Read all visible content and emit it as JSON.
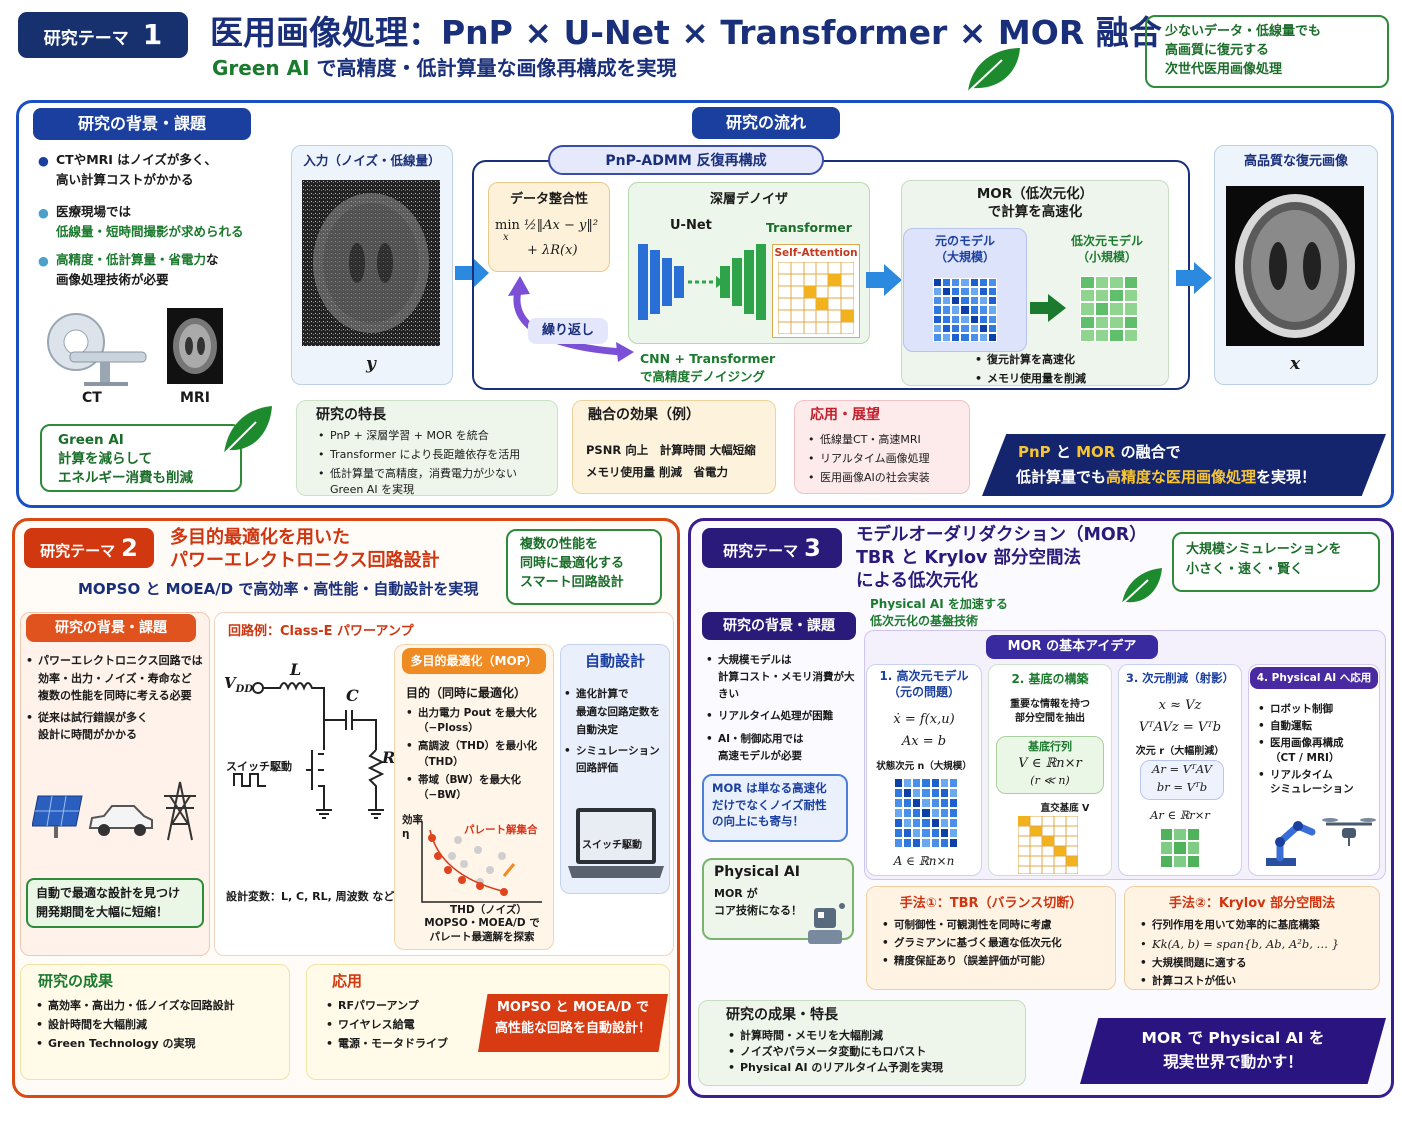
{
  "header": {
    "badge": "研究テーマ",
    "badge_num": "1",
    "title_pre": "医用画像処理：",
    "title_en": "PnP × U-Net × Transformer × MOR ",
    "title_post": "融合",
    "subtitle_green": "Green AI",
    "subtitle_rest": " で高精度・低計算量な画像再構成を実現",
    "callout": "少ないデータ・低線量でも\n高画質に復元する\n次世代医用画像処理"
  },
  "t1": {
    "bg_title": "研究の背景・課題",
    "bg_items": [
      {
        "text": "CTやMRI はノイズが多く、\n高い計算コストがかかる",
        "color": "#1a3f9e"
      },
      {
        "text": "医療現場では",
        "highlight": "低線量・短時間撮影が求められる",
        "color": "#4ea0c8"
      },
      {
        "highlight": "高精度・低計算量・省電力",
        "text": "な\n画像処理技術が必要",
        "color": "#4ea0c8"
      }
    ],
    "ct_label": "CT",
    "mri_label": "MRI",
    "green_box": "Green AI\n計算を減らして\nエネルギー消費も削減",
    "flow_title": "研究の流れ",
    "input_title": "入力（ノイズ・低線量）",
    "input_var": "y",
    "output_title": "高品質な復元画像",
    "output_var": "x",
    "pnp_title": "PnP-ADMM 反復再構成",
    "data_title": "データ整合性",
    "data_formula_a": "min",
    "data_formula_sub": "x",
    "data_formula_b": "½‖Ax − y‖²",
    "data_formula_c": "+ λR(x)",
    "loop_label": "繰り返し",
    "denoise_title": "深層デノイザ",
    "unet_label": "U-Net",
    "transformer_label": "Transformer",
    "self_attention_label": "Self-Attention",
    "cnn_label": "CNN + Transformer\nで高精度デノイジング",
    "mor_title": "MOR（低次元化）\nで計算を高速化",
    "mor_orig": "元のモデル\n（大規模）",
    "mor_low": "低次元モデル\n（小規模）",
    "mor_notes": [
      "復元計算を高速化",
      "メモリ使用量を削減"
    ],
    "feat_title": "研究の特長",
    "feat_items": [
      "PnP + 深層学習 + MOR を統合",
      "Transformer により長距離依存を活用",
      "低計算量で高精度，消費電力が少ない\nGreen AI を実現"
    ],
    "effect_title": "融合の効果（例）",
    "effect_lines": [
      "PSNR 向上　計算時間 大幅短縮",
      "メモリ使用量 削減　省電力"
    ],
    "app_title": "応用・展望",
    "app_items": [
      "低線量CT・高速MRI",
      "リアルタイム画像処理",
      "医用画像AIの社会実装"
    ],
    "banner_a1": "PnP",
    "banner_a2": " と ",
    "banner_a3": "MOR",
    "banner_a4": " の融合で",
    "banner_b1": "低計算量でも",
    "banner_b2": "高精度な医用画像処理",
    "banner_b3": "を実現！"
  },
  "t2": {
    "badge": "研究テーマ",
    "badge_num": "2",
    "title": "多目的最適化を用いた\nパワーエレクトロニクス回路設計",
    "subtitle": "MOPSO と MOEA/D で高効率・高性能・自動設計を実現",
    "callout": "複数の性能を\n同時に最適化する\nスマート回路設計",
    "bg_title": "研究の背景・課題",
    "bg_items": [
      "パワーエレクトロニクス回路では\n効率・出力・ノイズ・寿命など\n複数の性能を同時に考える必要",
      "従来は試行錯誤が多く\n設計に時間がかかる"
    ],
    "bg_box": "自動で最適な設計を見つけ\n開発期間を大幅に短縮！",
    "circuit_title": "回路例：Class-E パワーアンプ",
    "vdd": "V",
    "vdd_sub": "DD",
    "L": "L",
    "C": "C",
    "RL": "R",
    "RL_sub": "L",
    "switch": "スイッチ駆動",
    "design_vars": "設計変数：L, C, RL, 周波数 など",
    "mop_title": "多目的最適化（MOP）",
    "mop_head": "目的（同時に最適化）",
    "mop_items": [
      "出力電力 Pout を最大化\n（−Ploss）",
      "高調波（THD）を最小化\n（THD）",
      "帯域（BW）を最大化（−BW）"
    ],
    "eff_label": "効率\nη",
    "pareto_label": "パレート解集合",
    "thd_label": "THD（ノイズ）",
    "mop_note": "MOPSO・MOEA/D で\nパレート最適解を探索",
    "auto_title": "自動設計",
    "auto_items": [
      "進化計算で\n最適な回路定数を\n自動決定",
      "シミュレーション\n回路評価"
    ],
    "laptop_label": "スイッチ駆動",
    "res_title": "研究の成果",
    "res_items": [
      "高効率・高出力・低ノイズな回路設計",
      "設計時間を大幅削減",
      "Green Technology の実現"
    ],
    "app_title": "応用",
    "app_items": [
      "RFパワーアンプ",
      "ワイヤレス給電",
      "電源・モータドライブ"
    ],
    "banner": "MOPSO と MOEA/D で\n高性能な回路を自動設計！"
  },
  "t3": {
    "badge": "研究テーマ",
    "badge_num": "3",
    "title": "モデルオーダリダクション（MOR）\nTBR と Krylov 部分空間法\nによる低次元化",
    "subtitle": "Physical AI を加速する\n低次元化の基盤技術",
    "callout": "大規模シミュレーションを\n小さく・速く・賢く",
    "bg_title": "研究の背景・課題",
    "bg_items": [
      "大規模モデルは\n計算コスト・メモリ消費が大きい",
      "リアルタイム処理が困難",
      "AI・制御応用では\n高速モデルが必要"
    ],
    "mor_note": "MOR は単なる高速化\nだけでなくノイズ耐性\nの向上にも寄与！",
    "pai_title": "Physical AI",
    "pai_text": "MOR が\nコア技術になる！",
    "idea_title": "MOR の基本アイデア",
    "col1_title": "1. 高次元モデル\n（元の問題）",
    "col1_eq1": "ẋ = f(x,u)",
    "col1_eq2": "Ax = b",
    "col1_note": "状態次元 n（大規模）",
    "col1_dim": "A ∈ ℝn×n",
    "col2_title": "2. 基底の構築",
    "col2_text": "重要な情報を持つ\n部分空間を抽出",
    "col2_sub": "基底行列",
    "col2_eq": "V ∈ ℝn×r",
    "col2_eq2": "(r ≪ n)",
    "col2_note": "直交基底 V",
    "col3_title": "3. 次元削減（射影）",
    "col3_eq1": "x ≈ Vz",
    "col3_eq2": "VᵀAVz = Vᵀb",
    "col3_note": "次元 r（大幅削減）",
    "col3_eq3": "Ar = VᵀAV",
    "col3_eq4": "br = Vᵀb",
    "col3_dim": "Ar ∈ ℝr×r",
    "col4_title": "4. Physical AI へ応用",
    "col4_items": [
      "ロボット制御",
      "自動運転",
      "医用画像再構成\n（CT / MRI）",
      "リアルタイム\nシミュレーション"
    ],
    "m1_title": "手法①：TBR（バランス切断）",
    "m1_items": [
      "可制御性・可観測性を同時に考慮",
      "グラミアンに基づく最適な低次元化",
      "精度保証あり（誤差評価が可能）"
    ],
    "m2_title": "手法②：Krylov 部分空間法",
    "m2_items": [
      "行列作用を用いて効率的に基底構築",
      "Kk(A, b) = span{b, Ab, A²b, … }",
      "大規模問題に適する",
      "計算コストが低い"
    ],
    "res_title": "研究の成果・特長",
    "res_items": [
      "計算時間・メモリを大幅削減",
      "ノイズやパラメータ変動にもロバスト",
      "Physical AI のリアルタイム予測を実現"
    ],
    "banner": "MOR で Physical AI を\n現実世界で動かす！"
  },
  "colors": {
    "navy": "#1a2f7a",
    "green": "#1b7a2e",
    "orange": "#e0531e",
    "purple": "#3a1f8f",
    "blue_frame": "#1a4fc4"
  }
}
